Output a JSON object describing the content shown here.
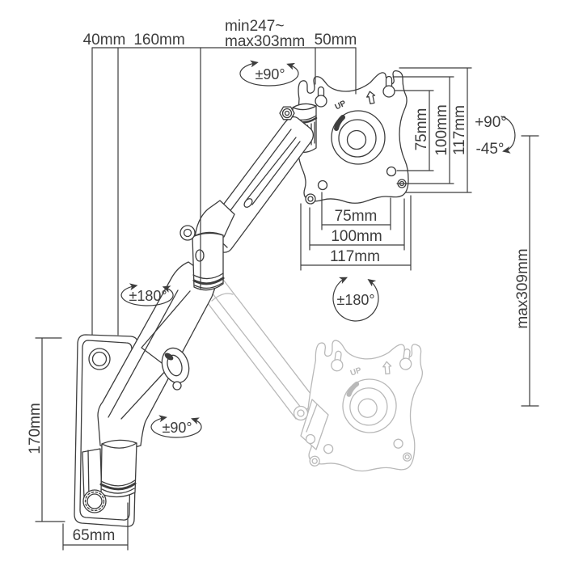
{
  "diagram": {
    "title": "wall-mount-monitor-arm-dimension-diagram",
    "colors": {
      "line": "#3d3d3d",
      "ghost": "#b9b9b9",
      "background": "#ffffff"
    }
  },
  "labels": {
    "top": {
      "d40": "40mm",
      "d160": "160mm",
      "dmin": "min247~",
      "dmax": "max303mm",
      "d50": "50mm",
      "swivel": "±90°"
    },
    "vesa_vertical": {
      "v75": "75mm",
      "v100": "100mm",
      "v117": "117mm"
    },
    "tilt": {
      "up": "+90°",
      "down": "-45°"
    },
    "height": {
      "max": "max309mm"
    },
    "vesa_horizontal": {
      "h75": "75mm",
      "h100": "100mm",
      "h117": "117mm"
    },
    "rotation": {
      "plate": "±180°",
      "elbow": "±180°",
      "base_swivel": "±90°"
    },
    "wall": {
      "d170": "170mm",
      "d65": "65mm"
    },
    "plate_up": "UP"
  }
}
